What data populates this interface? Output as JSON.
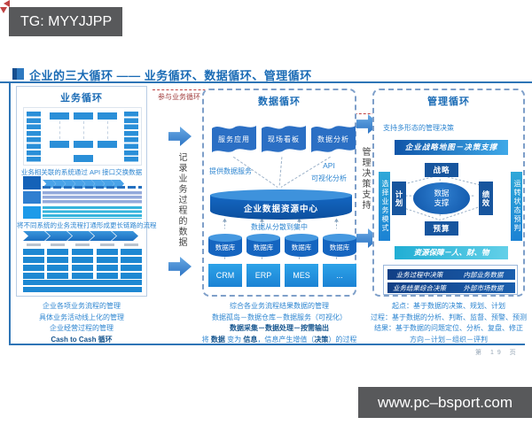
{
  "colors": {
    "title_blue": "#1a6bb5",
    "caption_blue": "#2e86d1",
    "deep_blue": "#17559e",
    "bright_blue": "#1e88d2",
    "cyan": "#35b4dc",
    "red_dashed": "#c04444",
    "badge_bg": "#58595b"
  },
  "overlay": {
    "top_badge": "TG: MYYJJPP",
    "bottom_badge": "www.pc–bsport.com"
  },
  "slide": {
    "title": "企业的三大循环 —— 业务循环、数据循环、管理循环",
    "page_label": "第 19 页",
    "connectors": {
      "participate": "参与业务循环",
      "record": "记录业务过程的数据",
      "decision": "管理决策支持"
    },
    "business": {
      "title": "业务循环",
      "caption_systems": "业务相关联的系统通过 API 接口交换数据",
      "caption_flow": "将不同系统的业务流程打通形成更长链路的流程",
      "summary": [
        "企业各项业务流程的管理",
        "具体业务活动线上化的管理",
        "企业经营过程的管理",
        "Cash to Cash 循环"
      ]
    },
    "data": {
      "title": "数据循环",
      "flags": [
        "服务应用",
        "现场看板",
        "数据分析"
      ],
      "provide_label": "提供数据服务",
      "api_label": "API",
      "viz_label": "可视化分析",
      "center_label": "企业数据资源中心",
      "collect_label": "数据从分散到集中",
      "db_label": "数据库",
      "systems": [
        "CRM",
        "ERP",
        "MES",
        "..."
      ],
      "summary": [
        "综合各业务流程结果数据的管理",
        "数据孤岛－数据仓库－数据服务（可视化）",
        "数据采集－数据处理－按需输出"
      ],
      "summary4": {
        "p0": "将 ",
        "p1": "数据",
        "p2": " 变为 ",
        "p3": "信息",
        "p4": "，信息产生增值（",
        "p5": "决策",
        "p6": "）的过程"
      }
    },
    "management": {
      "title": "管理循环",
      "multi_form": "支持多形态的管理决策",
      "strategy_bar": "企业战略地图－决策支撑",
      "diamond": {
        "top": "战略",
        "left": "计划",
        "right": "绩效",
        "bottom": "预算",
        "center": "数据支撑"
      },
      "side_left": "选择业务模式",
      "side_right": "运转状态预判",
      "resource_bar": "资源保障－人、财、物",
      "decisions": [
        [
          "业务过程中决策",
          "内部业务数据"
        ],
        [
          "业务结果综合决策",
          "外部市场数据"
        ]
      ],
      "summary": [
        "起点：基于数据的决策、规划、计划",
        "过程：基于数据的分析、判断、监督、预警、预测",
        "结果：基于数据的问题定位、分析、复盘、修正",
        "方向－计划－组织－评判"
      ]
    }
  }
}
